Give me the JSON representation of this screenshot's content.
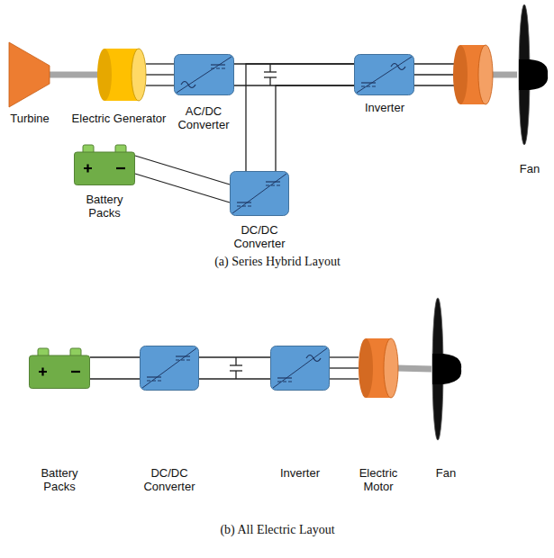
{
  "diagram": {
    "nodes": [
      {
        "text": [
          "Turbine"
        ]
      },
      {
        "text": [
          "Electric Generator"
        ]
      },
      {
        "text": [
          "AC/DC Converter"
        ]
      },
      {
        "text": [
          "Inverter"
        ]
      },
      {
        "text": [
          "Fan"
        ]
      },
      {
        "text": [
          "Battery Packs"
        ]
      },
      {
        "text": [
          "DC/DC Converter"
        ]
      },
      {
        "text": [
          "Battery Packs"
        ]
      },
      {
        "text": [
          "DC/DC Converter"
        ]
      },
      {
        "text": [
          "Inverter"
        ]
      },
      {
        "text": [
          "Electric Motor"
        ]
      },
      {
        "text": [
          "Fan"
        ]
      }
    ],
    "edges": [
      {
        "from": 0,
        "to": 1,
        "arrow": "none"
      },
      {
        "from": 1,
        "to": 2,
        "arrow": "none"
      },
      {
        "from": 2,
        "to": 3,
        "arrow": "none"
      },
      {
        "from": 6,
        "to": 3,
        "arrow": "none"
      },
      {
        "from": 5,
        "to": 6,
        "arrow": "none"
      },
      {
        "from": 7,
        "to": 8,
        "arrow": "none"
      },
      {
        "from": 8,
        "to": 9,
        "arrow": "none"
      },
      {
        "from": 9,
        "to": 10,
        "arrow": "none"
      },
      {
        "from": 10,
        "to": 11,
        "arrow": "none"
      }
    ],
    "labels": [
      "(a) Series Hybrid Layout",
      "(b) All Electric Layout"
    ]
  }
}
